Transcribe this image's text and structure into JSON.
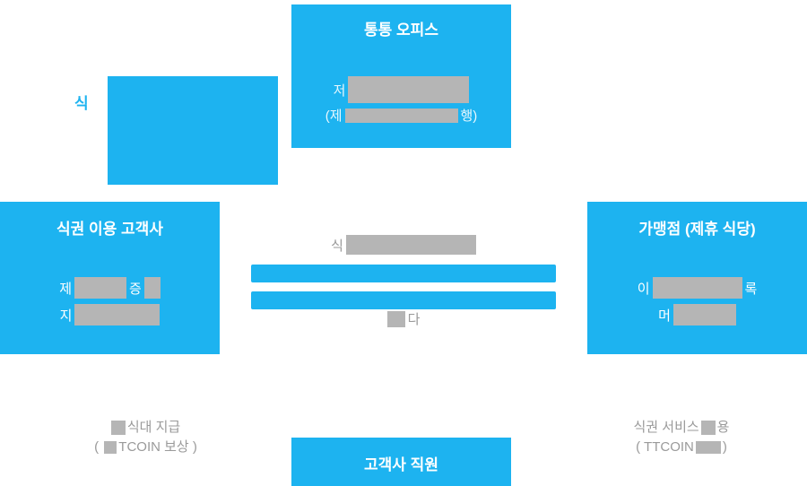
{
  "colors": {
    "accent": "#1db3f0",
    "redaction": "#b5b5b5",
    "muted_text": "#9a9a9a"
  },
  "nodes": {
    "office": {
      "title": "통통 오피스",
      "line1_fragment": "저",
      "line2_open": "(제",
      "line2_close": "행)"
    },
    "customer": {
      "title": "식권 이용 고객사",
      "line1_start": "제",
      "line1_end": "증",
      "line2_start": "지"
    },
    "merchant": {
      "title": "가맹점 (제휴 식당)",
      "line1_start": "이",
      "line1_end": "록",
      "line2_start": "머"
    },
    "employee": {
      "title": "고객사 직원"
    }
  },
  "top_left_label": "식",
  "center_flow": {
    "top_fragment": "식",
    "bottom_fragment": "다"
  },
  "captions": {
    "left": {
      "line1": "식대 지급",
      "line2_open": "( ",
      "line2_text": "TCOIN 보상 )"
    },
    "right": {
      "line1_a": "식권 서비스",
      "line1_b": "용",
      "line2_a": "( TTCOIN",
      "line2_b": ")"
    }
  }
}
